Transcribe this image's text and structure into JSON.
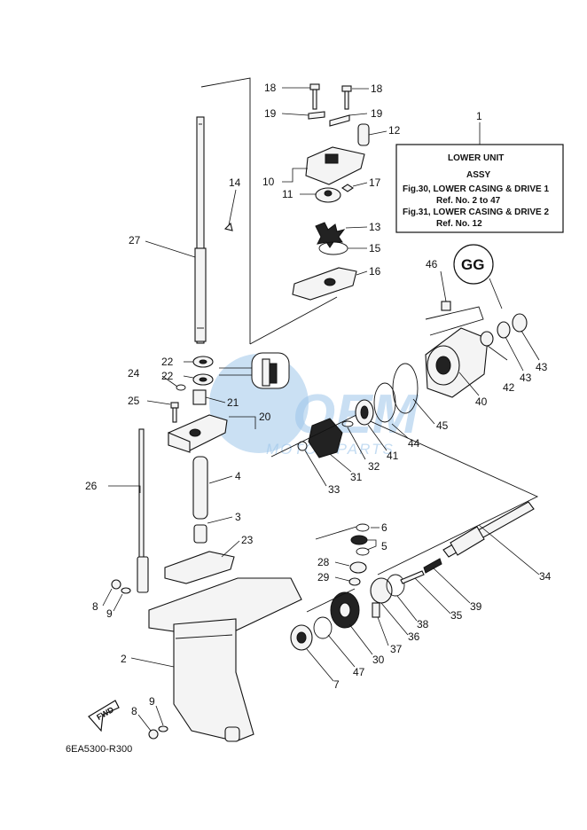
{
  "info_box": {
    "ref_number": "1",
    "title_line1": "LOWER UNIT",
    "title_line2": "ASSY",
    "line3": "Fig.30, LOWER CASING & DRIVE 1",
    "line4": "Ref. No. 2 to 47",
    "line5": "Fig.31, LOWER CASING & DRIVE 2",
    "line6": "Ref. No. 12"
  },
  "drawing_code": "6EA5300-R300",
  "fwd_label": "FWD",
  "watermark": {
    "brand": "OEM",
    "sub": "MOTOR PARTS"
  },
  "callouts": [
    "18",
    "18",
    "19",
    "19",
    "12",
    "10",
    "11",
    "17",
    "13",
    "15",
    "16",
    "14",
    "27",
    "46",
    "22",
    "22",
    "24",
    "21",
    "25",
    "20",
    "45",
    "44",
    "41",
    "40",
    "42",
    "43",
    "43",
    "32",
    "31",
    "33",
    "26",
    "4",
    "3",
    "23",
    "6",
    "5",
    "34",
    "28",
    "29",
    "39",
    "35",
    "38",
    "36",
    "30",
    "37",
    "8",
    "9",
    "2",
    "47",
    "7",
    "9",
    "8"
  ],
  "colors": {
    "line": "#111111",
    "watermark": "#9ec6ea"
  }
}
